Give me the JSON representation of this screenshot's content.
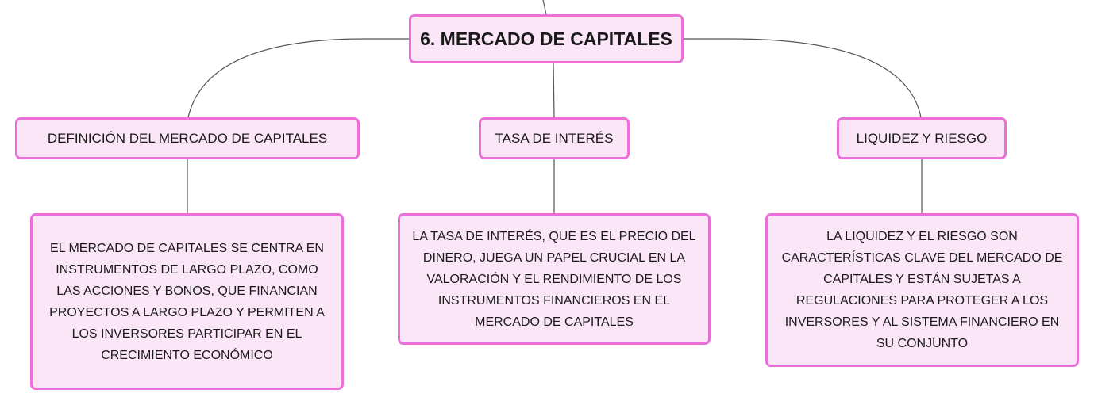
{
  "root": {
    "label": "6. MERCADO DE CAPITALES"
  },
  "branches": [
    {
      "label": "DEFINICIÓN DEL MERCADO DE CAPITALES",
      "detail": "EL MERCADO DE CAPITALES SE CENTRA EN INSTRUMENTOS DE LARGO PLAZO, COMO LAS ACCIONES Y BONOS, QUE FINANCIAN PROYECTOS A LARGO PLAZO Y PERMITEN A LOS INVERSORES PARTICIPAR EN EL CRECIMIENTO ECONÓMICO"
    },
    {
      "label": "TASA DE INTERÉS",
      "detail": "LA TASA DE INTERÉS, QUE ES EL PRECIO DEL DINERO, JUEGA UN PAPEL CRUCIAL EN LA VALORACIÓN Y EL RENDIMIENTO DE LOS INSTRUMENTOS FINANCIEROS EN EL MERCADO DE CAPITALES"
    },
    {
      "label": "LIQUIDEZ Y RIESGO",
      "detail": "LA LIQUIDEZ Y EL RIESGO SON CARACTERÍSTICAS CLAVE DEL MERCADO DE CAPITALES Y ESTÁN SUJETAS A REGULACIONES PARA PROTEGER A LOS INVERSORES Y AL SISTEMA FINANCIERO EN SU CONJUNTO"
    }
  ],
  "colors": {
    "node_fill": "#fbe6f7",
    "node_border": "#ea6fd9",
    "connector": "#555555"
  }
}
